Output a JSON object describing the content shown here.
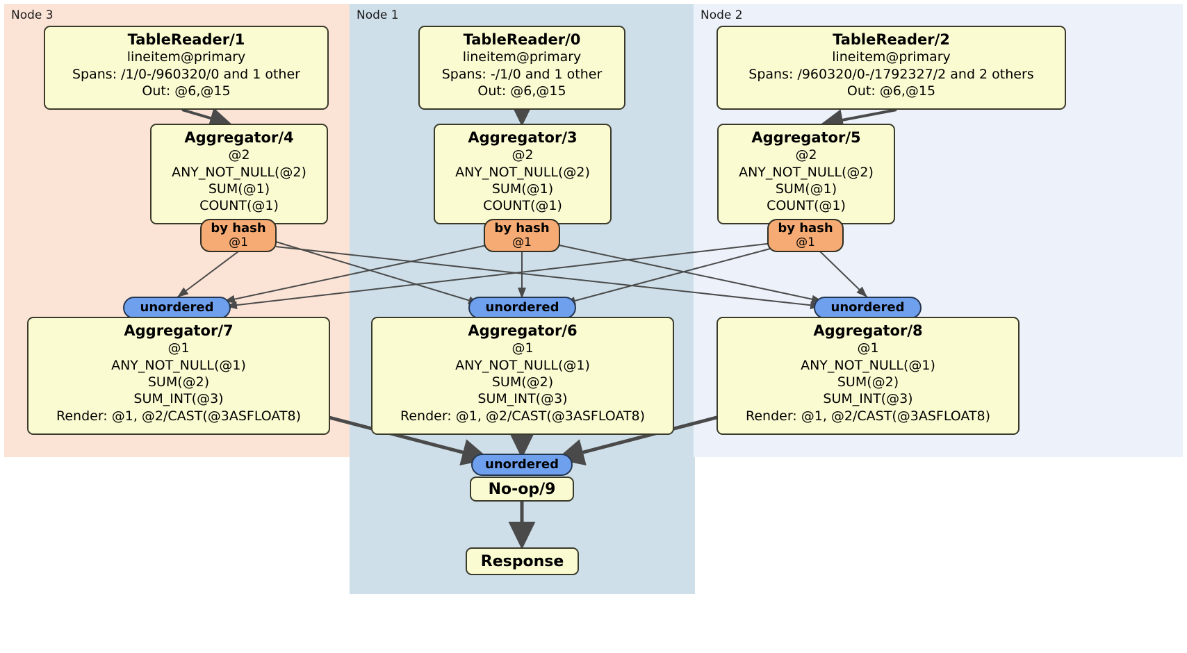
{
  "diagram": {
    "type": "distributed-query-plan",
    "title": "",
    "nodes": [
      {
        "id": "node3",
        "label": "Node 3",
        "color": "#fbe3d6"
      },
      {
        "id": "node1",
        "label": "Node 1",
        "color": "#cedfe9"
      },
      {
        "id": "node2",
        "label": "Node 2",
        "color": "#ecf1fa"
      }
    ],
    "processors": {
      "tablereader1": {
        "title": "TableReader/1",
        "lines": [
          "lineitem@primary",
          "Spans: /1/0-/960320/0 and 1 other",
          "Out: @6,@15"
        ]
      },
      "tablereader0": {
        "title": "TableReader/0",
        "lines": [
          "lineitem@primary",
          "Spans: -/1/0 and 1 other",
          "Out: @6,@15"
        ]
      },
      "tablereader2": {
        "title": "TableReader/2",
        "lines": [
          "lineitem@primary",
          "Spans: /960320/0-/1792327/2 and 2 others",
          "Out: @6,@15"
        ]
      },
      "aggregator4": {
        "title": "Aggregator/4",
        "lines": [
          "@2",
          "ANY_NOT_NULL(@2)",
          "SUM(@1)",
          "COUNT(@1)"
        ]
      },
      "aggregator3": {
        "title": "Aggregator/3",
        "lines": [
          "@2",
          "ANY_NOT_NULL(@2)",
          "SUM(@1)",
          "COUNT(@1)"
        ]
      },
      "aggregator5": {
        "title": "Aggregator/5",
        "lines": [
          "@2",
          "ANY_NOT_NULL(@2)",
          "SUM(@1)",
          "COUNT(@1)"
        ]
      },
      "aggregator7": {
        "title": "Aggregator/7",
        "lines": [
          "@1",
          "ANY_NOT_NULL(@1)",
          "SUM(@2)",
          "SUM_INT(@3)",
          "Render: @1, @2/CAST(@3ASFLOAT8)"
        ]
      },
      "aggregator6": {
        "title": "Aggregator/6",
        "lines": [
          "@1",
          "ANY_NOT_NULL(@1)",
          "SUM(@2)",
          "SUM_INT(@3)",
          "Render: @1, @2/CAST(@3ASFLOAT8)"
        ]
      },
      "aggregator8": {
        "title": "Aggregator/8",
        "lines": [
          "@1",
          "ANY_NOT_NULL(@1)",
          "SUM(@2)",
          "SUM_INT(@3)",
          "Render: @1, @2/CAST(@3ASFLOAT8)"
        ]
      },
      "noop9": {
        "title": "No-op/9"
      },
      "response": {
        "title": "Response"
      }
    },
    "routers": {
      "hash_left": {
        "kind": "by hash",
        "column": "@1"
      },
      "hash_center": {
        "kind": "by hash",
        "column": "@1"
      },
      "hash_right": {
        "kind": "by hash",
        "column": "@1"
      }
    },
    "synchronizers": {
      "sync_left": {
        "label": "unordered"
      },
      "sync_center": {
        "label": "unordered"
      },
      "sync_right": {
        "label": "unordered"
      },
      "sync_final": {
        "label": "unordered"
      }
    },
    "colors": {
      "box_fill": "#fbfbd2",
      "box_border": "#3a3a2a",
      "router_fill": "#f6ab74",
      "sync_fill": "#6fa0ee",
      "node3_bg": "#fbe3d6",
      "node1_bg": "#cedfe9",
      "node2_bg": "#ecf1fa",
      "edge": "#4a4a4a"
    }
  }
}
